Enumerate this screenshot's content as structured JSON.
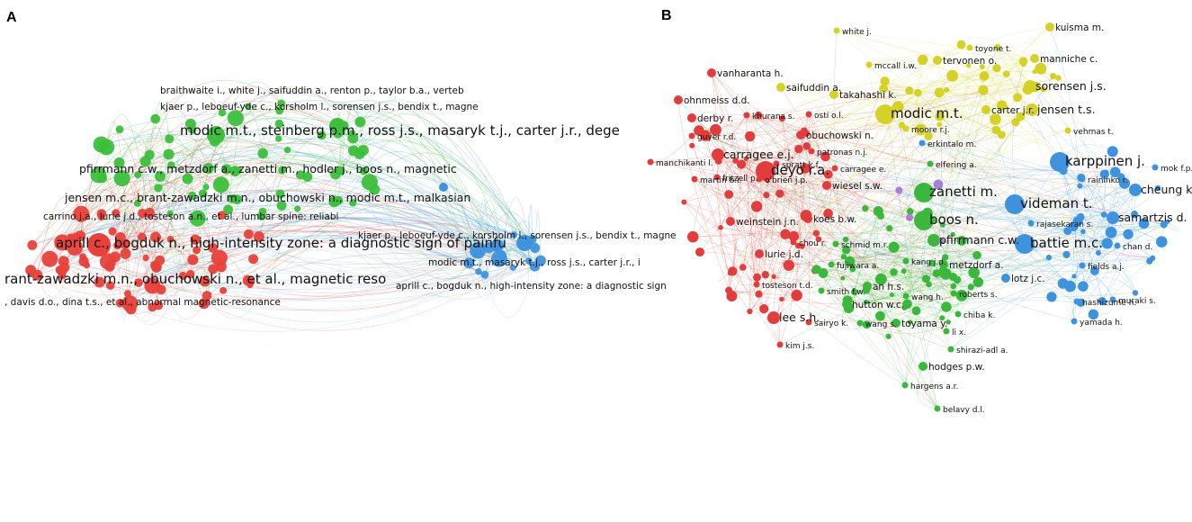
{
  "panels": [
    {
      "letter": "A",
      "clusters": [
        {
          "color": "#e8403a",
          "edge_color": "#e85048"
        },
        {
          "color": "#3cbf3c",
          "edge_color": "#48c048"
        },
        {
          "color": "#3f93de",
          "edge_color": "#5aa6e6"
        }
      ],
      "labels": [
        {
          "text": "braithwaite i., white j., saifuddin a., renton p., taylor b.a., verteb",
          "cluster": 1,
          "size": "s"
        },
        {
          "text": "kjaer p., leboeuf-yde c., korsholm l., sorensen j.s., bendix t., magne",
          "cluster": 1,
          "size": "s"
        },
        {
          "text": "modic m.t., steinberg p.m., ross j.s., masaryk t.j., carter j.r., dege",
          "cluster": 1,
          "size": "l"
        },
        {
          "text": "pfirrmann c.w., metzdorf a., zanetti m., hodler j., boos n., magnetic",
          "cluster": 1,
          "size": "m"
        },
        {
          "text": "jensen m.c., brant-zawadzki m.n., obuchowski n., modic m.t., malkasian",
          "cluster": 1,
          "size": "m"
        },
        {
          "text": "carrino j.a., lurie j.d., tosteson a.n., et al., lumbar spine: reliabi",
          "cluster": 0,
          "size": "s"
        },
        {
          "text": "aprill c., bogduk n., high-intensity zone: a diagnostic sign of painfu",
          "cluster": 0,
          "size": "l"
        },
        {
          "text": "rant-zawadzki m.n., obuchowski n., et al., magnetic reso",
          "cluster": 0,
          "size": "l"
        },
        {
          "text": ", davis d.o., dina t.s., et al., abnormal magnetic-resonance",
          "cluster": 0,
          "size": "s"
        },
        {
          "text": "kjaer p., leboeuf-yde c., korsholm l., sorensen j.s., bendix t., magne",
          "cluster": 2,
          "size": "s"
        },
        {
          "text": "modic m.t., masaryk t.j., ross j.s., carter j.r., i",
          "cluster": 2,
          "size": "s"
        },
        {
          "text": "aprill c., bogduk n., high-intensity zone: a diagnostic sign",
          "cluster": 2,
          "size": "s"
        }
      ]
    },
    {
      "letter": "B",
      "clusters": [
        {
          "color": "#e23c3c",
          "edge_color": "#e85048"
        },
        {
          "color": "#3bb83b",
          "edge_color": "#48c048"
        },
        {
          "color": "#3f93de",
          "edge_color": "#5aa6e6"
        },
        {
          "color": "#d6d126",
          "edge_color": "#dcd640"
        },
        {
          "color": "#a77fd6",
          "edge_color": "#b08ed8"
        }
      ],
      "labels": [
        {
          "text": "white j.",
          "cluster": 3,
          "size": "xs"
        },
        {
          "text": "kuisma m.",
          "cluster": 3,
          "size": "s"
        },
        {
          "text": "toyone t.",
          "cluster": 3,
          "size": "xs"
        },
        {
          "text": "tervonen o.",
          "cluster": 3,
          "size": "s"
        },
        {
          "text": "mccall i.w.",
          "cluster": 3,
          "size": "xs"
        },
        {
          "text": "manniche c.",
          "cluster": 3,
          "size": "s"
        },
        {
          "text": "vanharanta h.",
          "cluster": 0,
          "size": "s"
        },
        {
          "text": "saifuddin a.",
          "cluster": 3,
          "size": "s"
        },
        {
          "text": "sorensen j.s.",
          "cluster": 3,
          "size": "m"
        },
        {
          "text": "ohnmeiss d.d.",
          "cluster": 0,
          "size": "s"
        },
        {
          "text": "takahashi k.",
          "cluster": 3,
          "size": "s"
        },
        {
          "text": "derby r.",
          "cluster": 0,
          "size": "s"
        },
        {
          "text": "khurana s.",
          "cluster": 0,
          "size": "xs"
        },
        {
          "text": "osti o.l.",
          "cluster": 0,
          "size": "xs"
        },
        {
          "text": "modic m.t.",
          "cluster": 3,
          "size": "l"
        },
        {
          "text": "carter j.r.",
          "cluster": 3,
          "size": "s"
        },
        {
          "text": "jensen t.s.",
          "cluster": 3,
          "size": "m"
        },
        {
          "text": "moore r.j.",
          "cluster": 3,
          "size": "xs"
        },
        {
          "text": "guyer r.d.",
          "cluster": 0,
          "size": "xs"
        },
        {
          "text": "obuchowski n.",
          "cluster": 0,
          "size": "s"
        },
        {
          "text": "vehmas t.",
          "cluster": 3,
          "size": "xs"
        },
        {
          "text": "erkintalo m.",
          "cluster": 2,
          "size": "xs"
        },
        {
          "text": "carragee e.j.",
          "cluster": 0,
          "size": "m"
        },
        {
          "text": "patronas n.j.",
          "cluster": 0,
          "size": "xs"
        },
        {
          "text": "karppinen j.",
          "cluster": 2,
          "size": "l"
        },
        {
          "text": "manchikanti l.",
          "cluster": 0,
          "size": "xs"
        },
        {
          "text": "spratt k.f.",
          "cluster": 0,
          "size": "xs"
        },
        {
          "text": "carragee e.",
          "cluster": 0,
          "size": "xs"
        },
        {
          "text": "elfering a.",
          "cluster": 1,
          "size": "xs"
        },
        {
          "text": "mok f.p.",
          "cluster": 2,
          "size": "xs"
        },
        {
          "text": "fritzell p.",
          "cluster": 0,
          "size": "xs"
        },
        {
          "text": "deyo r.a.",
          "cluster": 0,
          "size": "l"
        },
        {
          "text": "martin b.i.",
          "cluster": 0,
          "size": "xs"
        },
        {
          "text": "o'brien j.p.",
          "cluster": 0,
          "size": "xs"
        },
        {
          "text": "raininko r.",
          "cluster": 2,
          "size": "xs"
        },
        {
          "text": "wiesel s.w.",
          "cluster": 0,
          "size": "s"
        },
        {
          "text": "zanetti m.",
          "cluster": 1,
          "size": "l"
        },
        {
          "text": "cheung k.m.",
          "cluster": 2,
          "size": "m"
        },
        {
          "text": "videman t.",
          "cluster": 2,
          "size": "l"
        },
        {
          "text": "weinstein j.n.",
          "cluster": 0,
          "size": "s"
        },
        {
          "text": "koes b.w.",
          "cluster": 0,
          "size": "s"
        },
        {
          "text": "boos n.",
          "cluster": 1,
          "size": "l"
        },
        {
          "text": "samartzis d.",
          "cluster": 2,
          "size": "m"
        },
        {
          "text": "rajasekaran s.",
          "cluster": 2,
          "size": "xs"
        },
        {
          "text": "battie m.c.",
          "cluster": 2,
          "size": "l"
        },
        {
          "text": "chou r.",
          "cluster": 0,
          "size": "xs"
        },
        {
          "text": "schmid m.r.",
          "cluster": 1,
          "size": "xs"
        },
        {
          "text": "pfirrmann c.w.",
          "cluster": 1,
          "size": "m"
        },
        {
          "text": "chan d.",
          "cluster": 2,
          "size": "xs"
        },
        {
          "text": "lurie j.d.",
          "cluster": 0,
          "size": "s"
        },
        {
          "text": "kang j.d.",
          "cluster": 1,
          "size": "xs"
        },
        {
          "text": "fujiwara a.",
          "cluster": 1,
          "size": "xs"
        },
        {
          "text": "metzdorf a.",
          "cluster": 1,
          "size": "s"
        },
        {
          "text": "fields a.j.",
          "cluster": 2,
          "size": "xs"
        },
        {
          "text": "tosteson t.d.",
          "cluster": 0,
          "size": "xs"
        },
        {
          "text": "an h.s.",
          "cluster": 1,
          "size": "s"
        },
        {
          "text": "lotz j.c.",
          "cluster": 2,
          "size": "s"
        },
        {
          "text": "smith f.w.",
          "cluster": 1,
          "size": "xs"
        },
        {
          "text": "wang h.",
          "cluster": 1,
          "size": "xs"
        },
        {
          "text": "roberts s.",
          "cluster": 1,
          "size": "xs"
        },
        {
          "text": "hashizume h.",
          "cluster": 2,
          "size": "xs"
        },
        {
          "text": "muraki s.",
          "cluster": 2,
          "size": "xs"
        },
        {
          "text": "hutton w.c.",
          "cluster": 1,
          "size": "s"
        },
        {
          "text": "chiba k.",
          "cluster": 1,
          "size": "xs"
        },
        {
          "text": "lee s.h.",
          "cluster": 0,
          "size": "m"
        },
        {
          "text": "yamada h.",
          "cluster": 2,
          "size": "xs"
        },
        {
          "text": "sairyo k.",
          "cluster": 0,
          "size": "xs"
        },
        {
          "text": "wang s.",
          "cluster": 1,
          "size": "xs"
        },
        {
          "text": "toyama y.",
          "cluster": 1,
          "size": "s"
        },
        {
          "text": "li x.",
          "cluster": 1,
          "size": "xs"
        },
        {
          "text": "kim j.s.",
          "cluster": 0,
          "size": "xs"
        },
        {
          "text": "shirazi-adl a.",
          "cluster": 1,
          "size": "xs"
        },
        {
          "text": "hodges p.w.",
          "cluster": 1,
          "size": "s"
        },
        {
          "text": "hargens a.r.",
          "cluster": 1,
          "size": "xs"
        },
        {
          "text": "belavy d.l.",
          "cluster": 1,
          "size": "xs"
        }
      ]
    }
  ]
}
